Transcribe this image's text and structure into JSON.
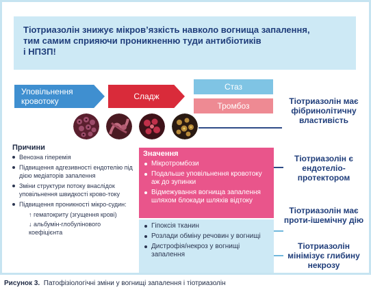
{
  "banner": {
    "line1": "Тіотриазолін знижує мікров’язкість навколо вогнища запалення,",
    "line2": "тим самим сприяючи проникненню туди антибіотиків",
    "line3": "і НПЗП!"
  },
  "flow": {
    "slowing_line1": "Уповільнення",
    "slowing_line2": "кровотоку",
    "sludge": "Сладж",
    "stasis": "Стаз",
    "thrombosis": "Тромбоз"
  },
  "causes": {
    "title": "Причини",
    "items": [
      "Венозна гіперемія",
      "Підвищення адгезивності ендотелію під дією медіаторів запалення",
      "Зміни структури потоку внаслідок уповільнення швидкості крово-току",
      "Підвищення проникності мікро-судин:"
    ],
    "sub_items": [
      "↑ гематокриту (згущення крові)",
      "↓ альбумін-глобулінового коефіцієнта"
    ]
  },
  "significance": {
    "title": "Значення",
    "pink_items": [
      "Мікротромбози",
      "Подальше уповільнення кровотоку аж до зупинки",
      "Відмежування вогнища запалення шляхом блокади шляхів відтоку"
    ],
    "blue_items": [
      "Гіпоксія тканин",
      "Розлади обміну речовин у вогнищі",
      "Дистрофія/некроз у вогнищі запалення"
    ]
  },
  "notes": {
    "fibrinolytic": "Тіотриазолін має фібринолітичну властивість",
    "endothelio": "Тіотриазолін є ендотеліо-протектором",
    "antiischemic": "Тіотриазолін має проти-ішемічну дію",
    "necrosis": "Тіотриазолін мінімізує глибину некрозу"
  },
  "caption": {
    "label": "Рисунок 3.",
    "text": "Патофізіологічні зміни у вогнищі запалення і тіотриазолін"
  }
}
